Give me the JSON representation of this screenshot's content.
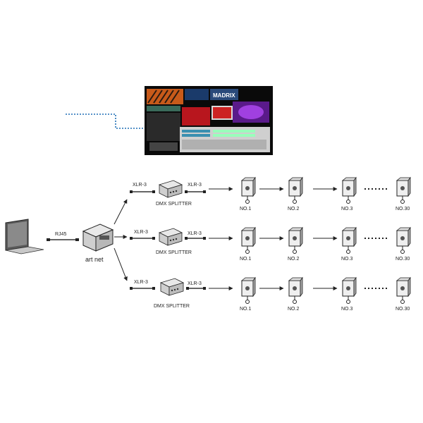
{
  "labels": {
    "rj45": "RJ45",
    "artnet": "art net",
    "splitter": "DMX SPLITTER",
    "xlr": "XLR-3"
  },
  "rows": [
    {
      "fixtures": [
        "NO.1",
        "NO.2",
        "NO.3",
        "NO.30"
      ]
    },
    {
      "fixtures": [
        "NO.1",
        "NO.2",
        "NO.3",
        "NO.30"
      ]
    },
    {
      "fixtures": [
        "NO.1",
        "NO.2",
        "NO.3",
        "NO.30"
      ]
    }
  ],
  "screenshot_logo": "MADRIX",
  "icons": {
    "laptop": "laptop-icon",
    "artnet_node": "artnet-node-icon",
    "splitter": "dmx-splitter-icon",
    "fixture": "light-fixture-icon",
    "software": "software-screenshot"
  },
  "colors": {
    "link": "#1f6fb5",
    "line": "#222222",
    "cable": "#333333"
  }
}
